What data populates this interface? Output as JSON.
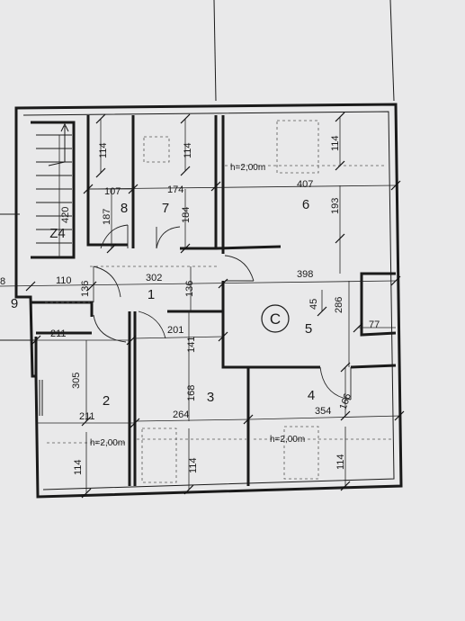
{
  "plan": {
    "section_mark": "C",
    "staircase_label": "Z4",
    "rooms": [
      "1",
      "2",
      "3",
      "4",
      "5",
      "6",
      "7",
      "8",
      "9"
    ],
    "ceiling_note": "h=2,00m",
    "dimensions": {
      "d420": "420",
      "d110": "110",
      "d136a": "136",
      "d136b": "136",
      "d8": "8",
      "d114_8": "114",
      "d107": "107",
      "d187": "187",
      "d114_7": "114",
      "d174": "174",
      "d184": "184",
      "d302": "302",
      "d114_6": "114",
      "d407": "407",
      "d193": "193",
      "d398": "398",
      "d45": "45",
      "d286": "286",
      "d77": "77",
      "d211a": "211",
      "d201": "201",
      "d141": "141",
      "d305": "305",
      "d211b": "211",
      "d168": "168",
      "d264": "264",
      "d166": "166",
      "d354": "354",
      "d114_2": "114",
      "d114_3": "114",
      "d114_4": "114"
    }
  }
}
